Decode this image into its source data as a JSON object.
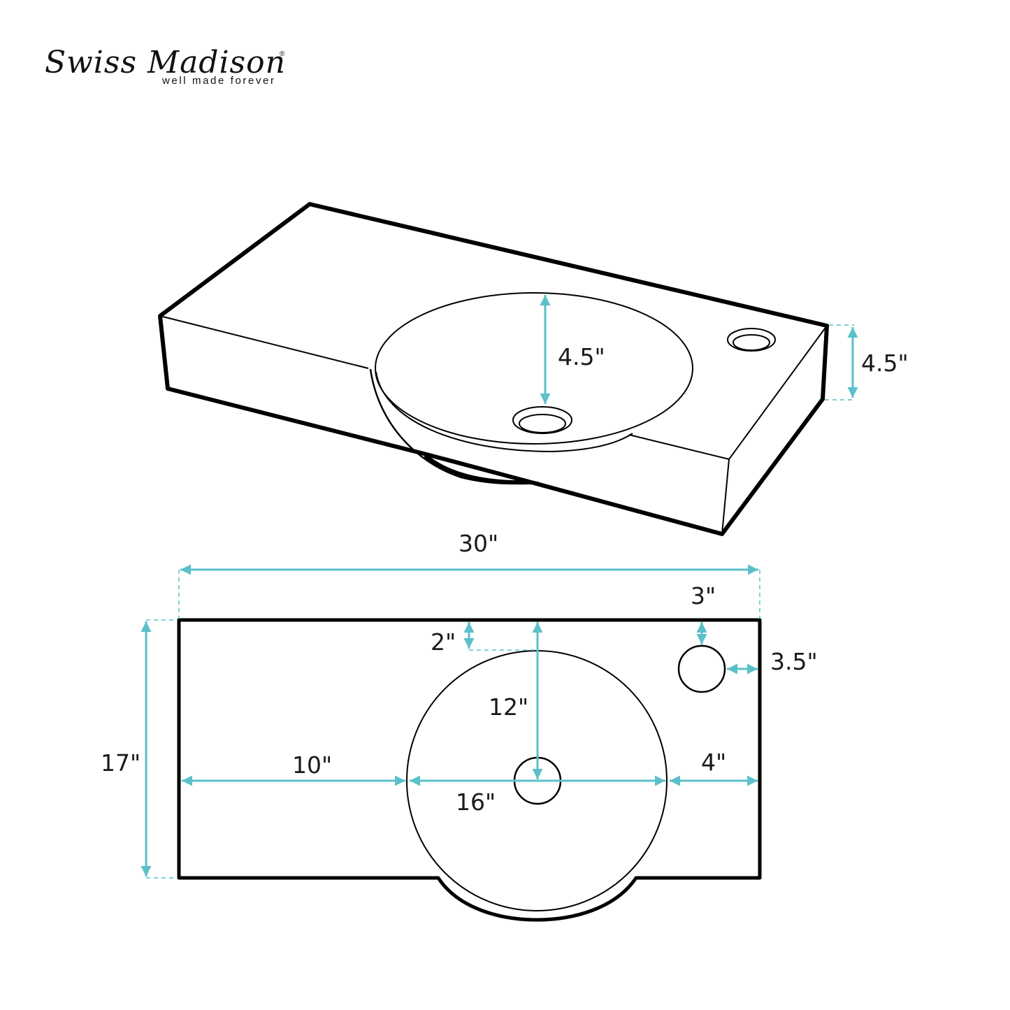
{
  "brand": {
    "name": "Swiss Madison",
    "registered_mark": "®",
    "tagline": "well made forever"
  },
  "colors": {
    "outline": "#000000",
    "dimension": "#5bc0c9",
    "background": "#ffffff",
    "text": "#1a1a1a"
  },
  "isometric_view": {
    "dimensions": {
      "basin_depth": "4.5\"",
      "overall_height": "4.5\""
    }
  },
  "top_view": {
    "dimensions": {
      "overall_width": "30\"",
      "overall_depth": "17\"",
      "left_to_basin": "10\"",
      "basin_diameter": "16\"",
      "basin_to_right": "4\"",
      "back_to_basin_rim": "2\"",
      "back_to_drain_center": "12\"",
      "faucet_hole_from_back": "3\"",
      "faucet_hole_from_right": "3.5\""
    }
  }
}
